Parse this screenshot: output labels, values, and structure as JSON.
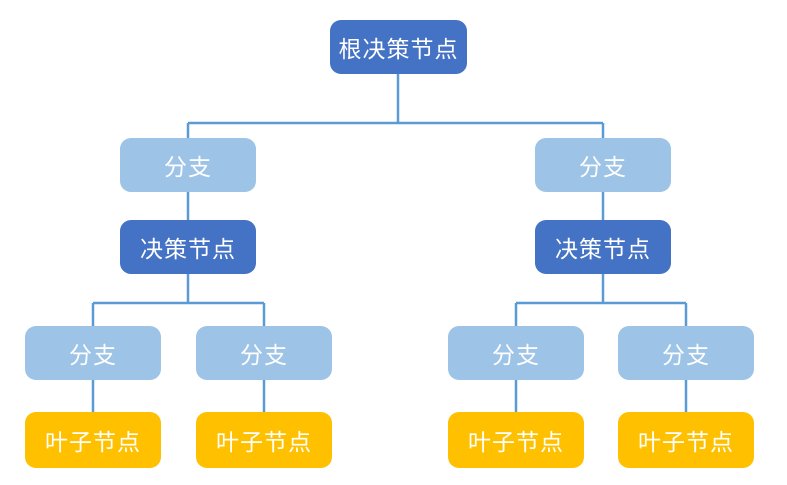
{
  "diagram_title": "decision-tree",
  "colors": {
    "dark_blue": "#4472C4",
    "light_blue": "#9DC3E6",
    "orange": "#FFC000",
    "connector": "#5B9BD5",
    "text": "#FFFFFF",
    "background": "#FFFFFF"
  },
  "nodes": [
    {
      "id": "root",
      "type": "root-decision",
      "parent": null,
      "label": "根决策节点"
    },
    {
      "id": "branch-left",
      "type": "branch",
      "parent": "root",
      "label": "分支"
    },
    {
      "id": "branch-right",
      "type": "branch",
      "parent": "root",
      "label": "分支"
    },
    {
      "id": "decision-left",
      "type": "decision",
      "parent": "branch-left",
      "label": "决策节点"
    },
    {
      "id": "decision-right",
      "type": "decision",
      "parent": "branch-right",
      "label": "决策节点"
    },
    {
      "id": "branch-left-1",
      "type": "branch",
      "parent": "decision-left",
      "label": "分支"
    },
    {
      "id": "branch-left-2",
      "type": "branch",
      "parent": "decision-left",
      "label": "分支"
    },
    {
      "id": "branch-right-1",
      "type": "branch",
      "parent": "decision-right",
      "label": "分支"
    },
    {
      "id": "branch-right-2",
      "type": "branch",
      "parent": "decision-right",
      "label": "分支"
    },
    {
      "id": "leaf-1",
      "type": "leaf",
      "parent": "branch-left-1",
      "label": "叶子节点"
    },
    {
      "id": "leaf-2",
      "type": "leaf",
      "parent": "branch-left-2",
      "label": "叶子节点"
    },
    {
      "id": "leaf-3",
      "type": "leaf",
      "parent": "branch-right-1",
      "label": "叶子节点"
    },
    {
      "id": "leaf-4",
      "type": "leaf",
      "parent": "branch-right-2",
      "label": "叶子节点"
    }
  ]
}
